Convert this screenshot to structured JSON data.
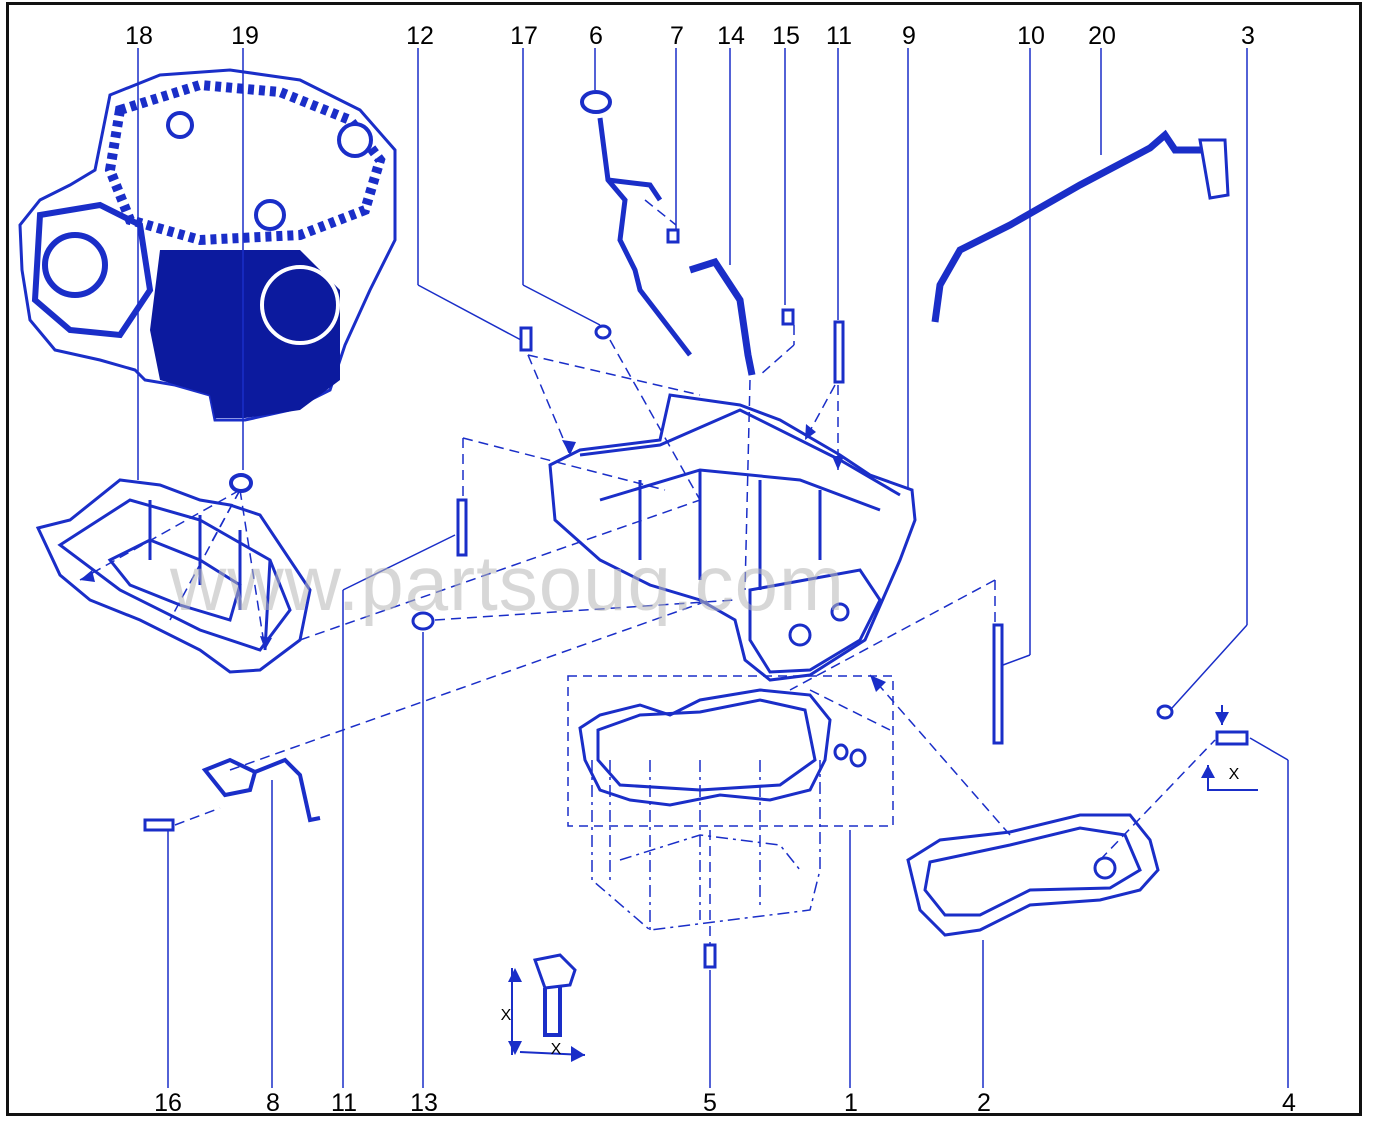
{
  "top_callouts": [
    "18",
    "19",
    "12",
    "17",
    "6",
    "7",
    "14",
    "15",
    "11",
    "9",
    "10",
    "20",
    "3"
  ],
  "bottom_callouts": [
    "16",
    "8",
    "11",
    "13",
    "5",
    "1",
    "2",
    "4"
  ],
  "dimension_labels": {
    "x1": "X",
    "x2": "X",
    "x3": "X"
  },
  "watermark": "www.partsouq.com",
  "colors": {
    "line": "#1a2ec8",
    "fill": "#0c1a9e",
    "callout": "#000000",
    "frame": "#111111"
  }
}
